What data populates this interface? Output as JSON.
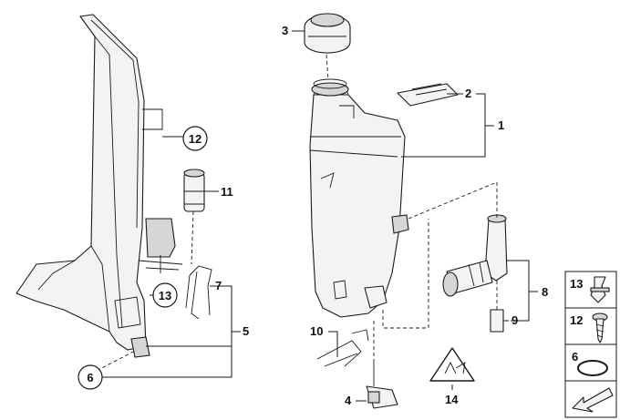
{
  "callouts": {
    "c1": "1",
    "c2": "2",
    "c3": "3",
    "c4": "4",
    "c5": "5",
    "c6": "6",
    "c7": "7",
    "c8": "8",
    "c9": "9",
    "c10": "10",
    "c11": "11",
    "c12": "12",
    "c13": "13",
    "c14": "14"
  },
  "legend": {
    "item13": "13",
    "item12": "12",
    "item6": "6"
  },
  "icons": {
    "warning": "hot-coolant-warning-icon",
    "arrow": "direction-arrow-icon"
  },
  "colors": {
    "line": "#1a1a1a",
    "fill": "#f3f3f3"
  }
}
